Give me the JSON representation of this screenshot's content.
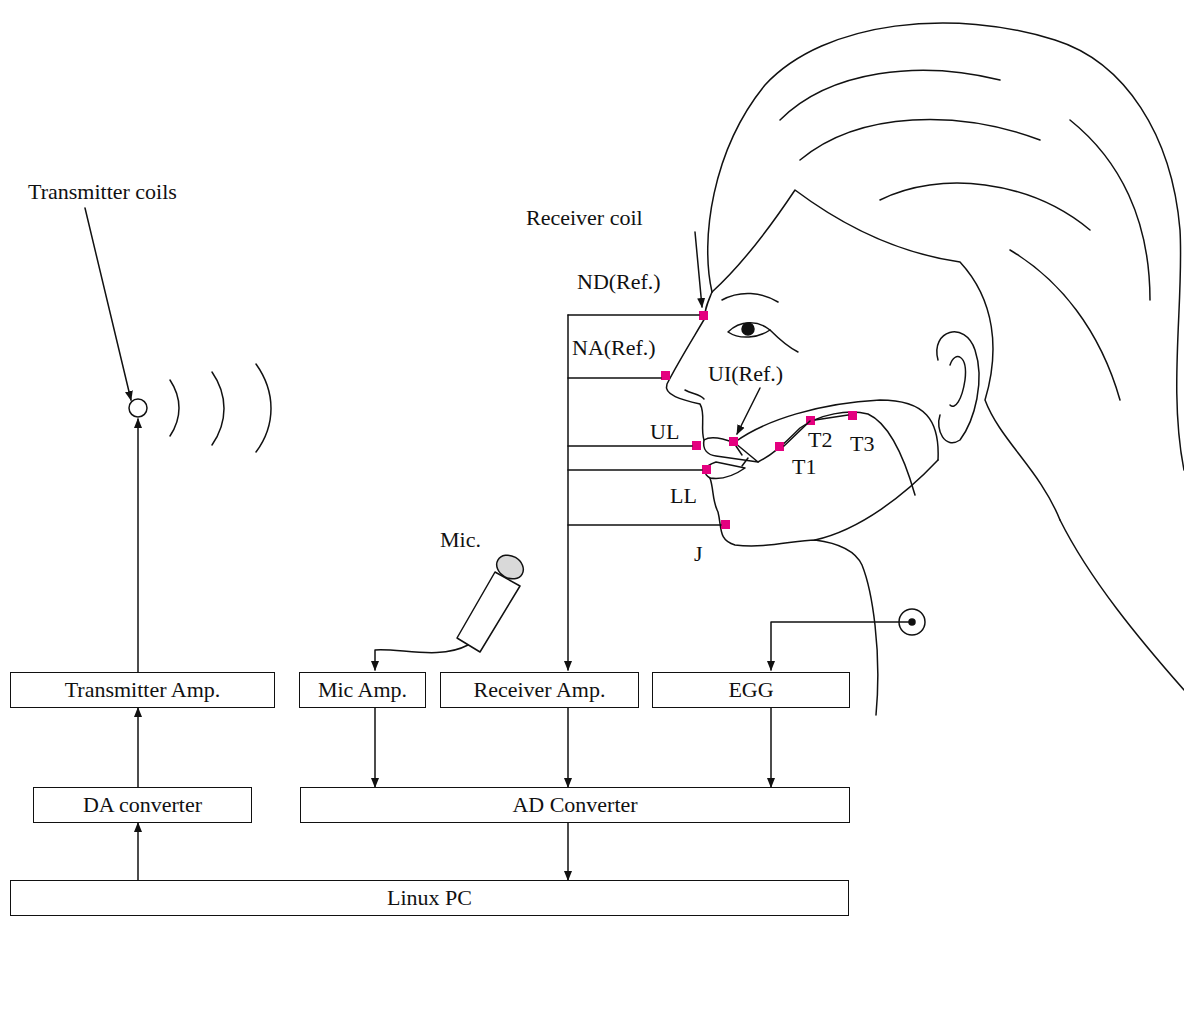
{
  "diagram": {
    "nodes": [
      {
        "text": [
          "Transmitter Amp."
        ]
      },
      {
        "text": [
          "Mic Amp."
        ]
      },
      {
        "text": [
          "Receiver Amp."
        ]
      },
      {
        "text": [
          "EGG"
        ]
      },
      {
        "text": [
          "DA converter"
        ]
      },
      {
        "text": [
          "AD Converter"
        ]
      },
      {
        "text": [
          "Linux PC"
        ]
      }
    ],
    "edges": [
      {
        "from": 6,
        "to": 4,
        "arrow": "to"
      },
      {
        "from": 4,
        "to": 0,
        "arrow": "to"
      },
      {
        "from": 1,
        "to": 5,
        "arrow": "to"
      },
      {
        "from": 2,
        "to": 5,
        "arrow": "to"
      },
      {
        "from": 3,
        "to": 5,
        "arrow": "to"
      },
      {
        "from": 5,
        "to": 6,
        "arrow": "to"
      }
    ],
    "labels": [
      "Transmitter coils",
      "Receiver coil",
      "ND(Ref.)",
      "NA(Ref.)",
      "UI(Ref.)",
      "UL",
      "LL",
      "J",
      "T1",
      "T2",
      "T3",
      "Mic."
    ]
  }
}
